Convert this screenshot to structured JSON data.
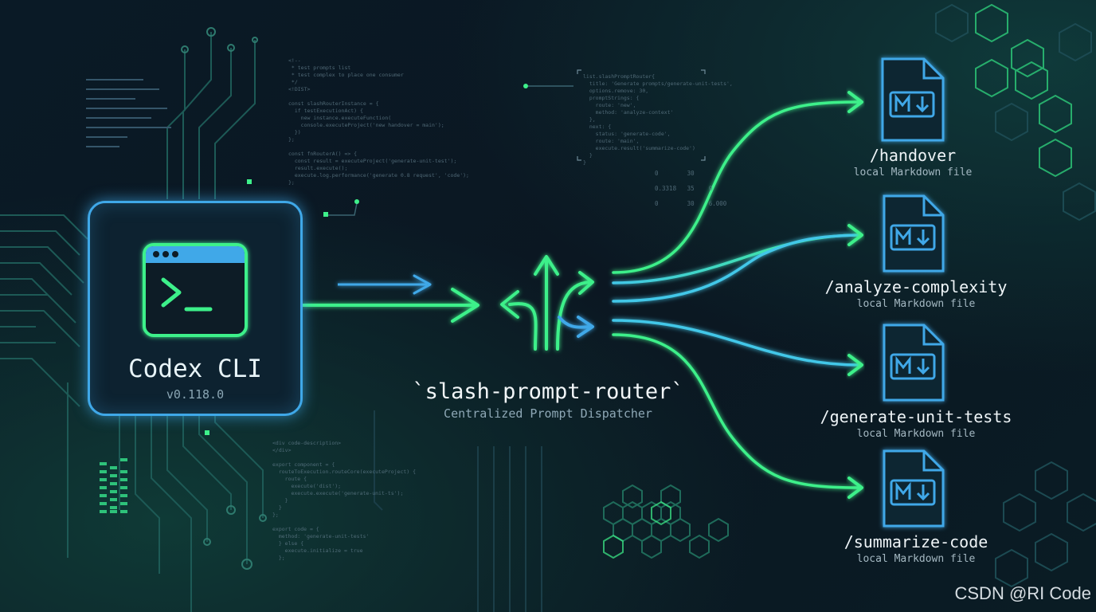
{
  "source": {
    "name": "Codex CLI",
    "version": "v0.118.0"
  },
  "router": {
    "name": "`slash-prompt-router`",
    "subtitle": "Centralized Prompt Dispatcher"
  },
  "commands": [
    {
      "name": "/handover",
      "desc": "local Markdown file",
      "icon": "markdown-file-icon"
    },
    {
      "name": "/analyze-complexity",
      "desc": "local Markdown file",
      "icon": "markdown-file-icon"
    },
    {
      "name": "/generate-unit-tests",
      "desc": "local Markdown file",
      "icon": "markdown-file-icon"
    },
    {
      "name": "/summarize-code",
      "desc": "local Markdown file",
      "icon": "markdown-file-icon"
    }
  ],
  "background_code": {
    "top_left": "<!--\n * test prompts list\n * test complex to place one consumer\n */\n<!DIST>\n\nconst slashRouterInstance = {\n  if testExecutionAct) {\n    new instance.executeFunction(\n    console.executeProject('new handover = main');\n  })\n};\n\nconst fnRouterA() => {\n  const result = executeProject('generate-unit-test');\n  result.execute();\n  execute.log.performance('generate 0.8 request', 'code');\n};",
    "top_mid": "list.slashPromptRouter{\n  title: 'Generate prompts/generate-unit-tests',\n  options.remove: 30,\n  promptStrings: {\n    route: 'new',\n    method: 'analyze-context'\n  },\n  next: {\n    status: 'generate-code',\n    route: 'main',\n    execute.result('summarize-code')\n  }\n}",
    "numbers": "0        30\n\n0.3318   35    0\n\n0        30    6.000",
    "bottom_left": "<div code-description>\n</div>\n\nexport component = {\n  routeToExecution.routeCore(executeProject) {\n    route {\n      execute('dist');\n      execute.execute('generate-unit-ts');\n    }\n  }\n};\n\nexport code = {\n  method: 'generate-unit-tests'\n  } else {\n    execute.initialize = true\n  };"
  },
  "colors": {
    "green": "#3ef08a",
    "blue": "#3fa8e8",
    "cyan": "#43c7e8"
  },
  "watermark": "CSDN @RI Code"
}
